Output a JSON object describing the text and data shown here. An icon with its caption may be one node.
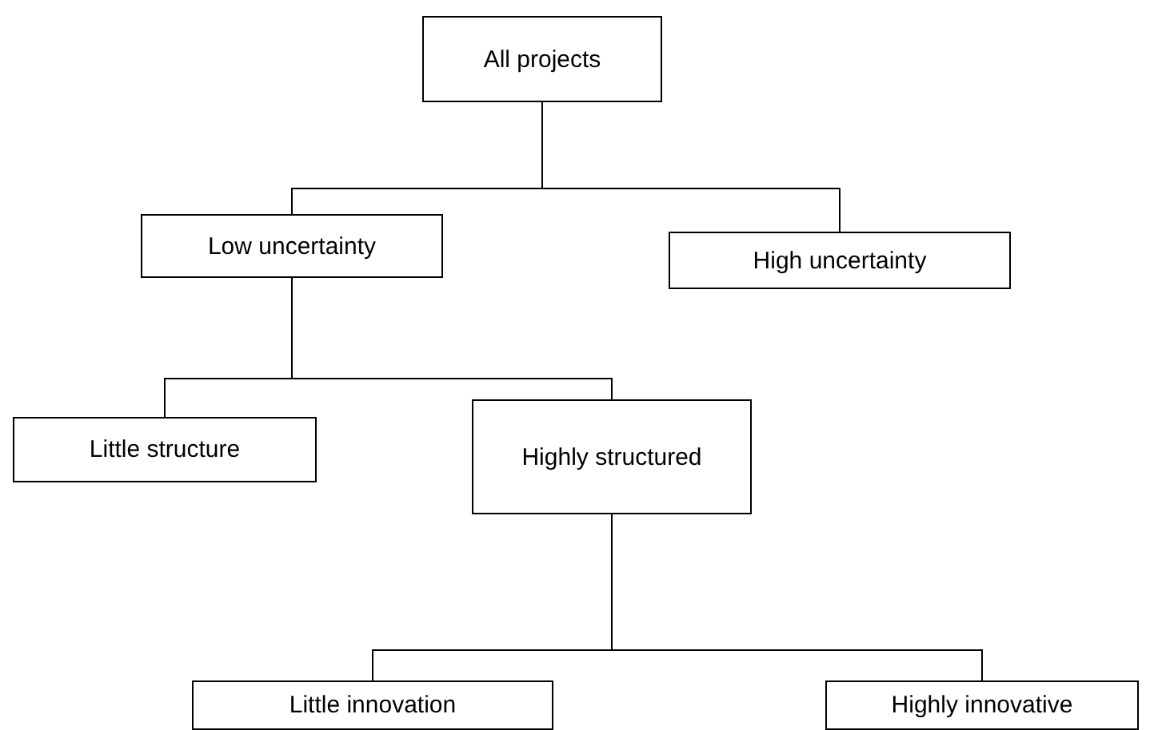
{
  "diagram": {
    "nodes": [
      {
        "text": [
          "All projects"
        ]
      },
      {
        "text": [
          "Low uncertainty"
        ]
      },
      {
        "text": [
          "High uncertainty"
        ]
      },
      {
        "text": [
          "Little structure"
        ]
      },
      {
        "text": [
          "Highly structured"
        ]
      },
      {
        "text": [
          "Little innovation"
        ]
      },
      {
        "text": [
          "Highly innovative"
        ]
      }
    ],
    "edges": [
      {
        "from": 0,
        "to": 1,
        "arrow": "none"
      },
      {
        "from": 0,
        "to": 2,
        "arrow": "none"
      },
      {
        "from": 1,
        "to": 3,
        "arrow": "none"
      },
      {
        "from": 1,
        "to": 4,
        "arrow": "none"
      },
      {
        "from": 4,
        "to": 5,
        "arrow": "none"
      },
      {
        "from": 4,
        "to": 6,
        "arrow": "none"
      }
    ]
  }
}
